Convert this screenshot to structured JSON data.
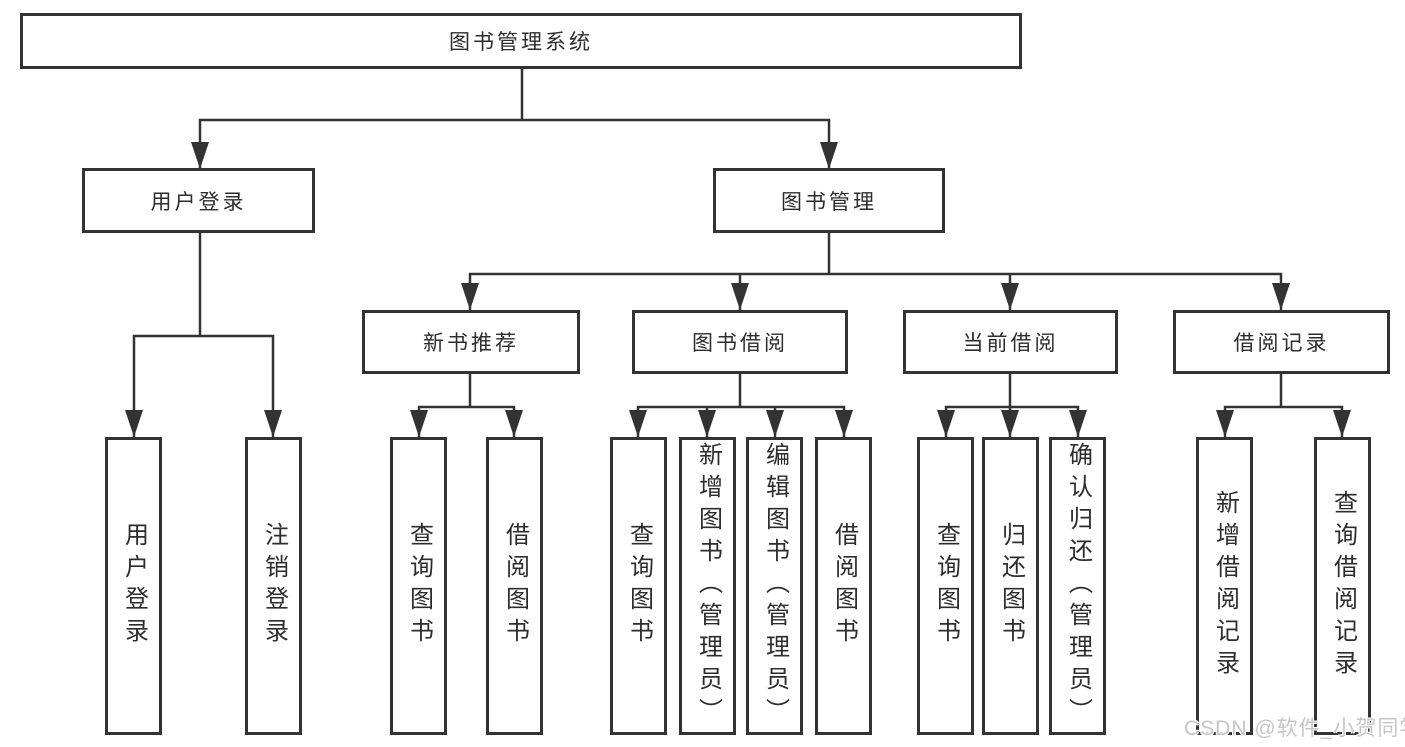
{
  "diagram": {
    "root": "图书管理系统",
    "level2": {
      "user_login": "用户登录",
      "book_management": "图书管理"
    },
    "level3": {
      "new_book_recommend": "新书推荐",
      "book_borrowing": "图书借阅",
      "current_borrowing": "当前借阅",
      "borrowing_records": "借阅记录"
    },
    "leaves": {
      "user_login": [
        "用户登录",
        "注销登录"
      ],
      "new_book_recommend": [
        "查询图书",
        "借阅图书"
      ],
      "book_borrowing": [
        "查询图书",
        "新增图书（管理员）",
        "编辑图书（管理员）",
        "借阅图书"
      ],
      "current_borrowing": [
        "查询图书",
        "归还图书",
        "确认归还（管理员）"
      ],
      "borrowing_records": [
        "新增借阅记录",
        "查询借阅记录"
      ]
    }
  },
  "watermark": "CSDN @软件_小贺同学",
  "colors": {
    "line": "#333333",
    "text": "#2d2d2d",
    "watermark": "#c6c6c6",
    "background": "#ffffff"
  }
}
